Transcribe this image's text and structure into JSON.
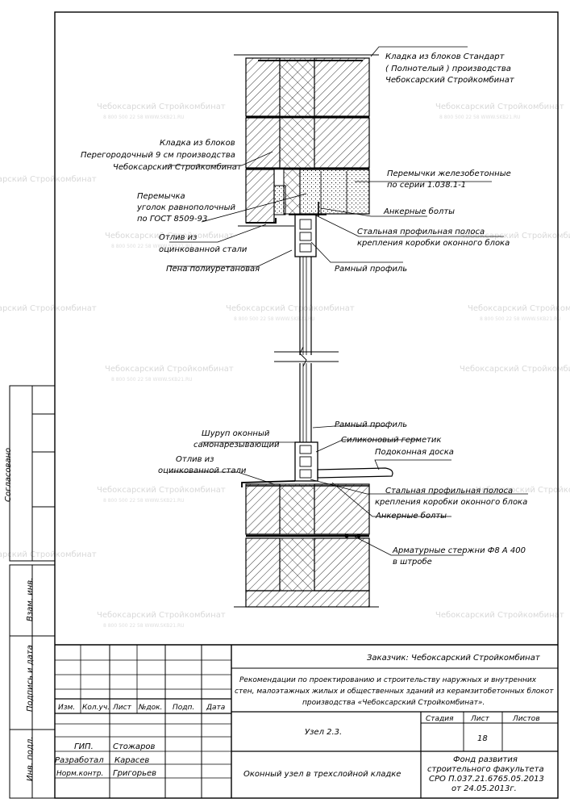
{
  "callouts": {
    "top_block_1": "Кладка из блоков Стандарт",
    "top_block_2": "( Полнотелый ) производства",
    "top_block_3": "Чебоксарский Стройкомбинат",
    "partition_1": "Кладка из блоков",
    "partition_2": "Перегородочный 9 см производства",
    "partition_3": "Чебоксарский Стройкомбинат",
    "lintel_1": "Перемычки железобетонные",
    "lintel_2": "по серии 1.038.1-1",
    "angle_1": "Перемычка",
    "angle_2": "уголок равнополочный",
    "angle_3": "по ГОСТ 8509-93",
    "anchor_top": "Анкерные болты",
    "steel_strip_top_1": "Стальная профильная полоса",
    "steel_strip_top_2": "крепления коробки оконного блока",
    "flashing_top_1": "Отлив из",
    "flashing_top_2": "оцинкованной стали",
    "foam": "Пена полиуретановая",
    "frame_profile_top": "Рамный профиль",
    "frame_profile_bottom": "Рамный профиль",
    "screw_1": "Шуруп оконный",
    "screw_2": "самонарезывающий",
    "sealant": "Силиконовый герметик",
    "sill": "Подоконная доска",
    "flashing_bottom_1": "Отлив из",
    "flashing_bottom_2": "оцинкованной стали",
    "steel_strip_bottom_1": "Стальная профильная полоса",
    "steel_strip_bottom_2": "крепления коробки оконного блока",
    "anchor_bottom": "Анкерные болты",
    "rebar_1": "Арматурные стержни Ф8 А 400",
    "rebar_2": "в штробе"
  },
  "side_stamp": {
    "agreed": "Согласовано",
    "inv_replace": "Взам. инв.",
    "sign_date": "Подпись и дата",
    "inv_orig": "Инв. подл."
  },
  "title_block": {
    "customer": "Заказчик: Чебоксарский Стройкомбинат",
    "description_1": "Рекомендации по проектированию и строительству наружных и внутренних",
    "description_2": "стен, малоэтажных жилых и общественных зданий из керамзитобетонных блокот",
    "description_3": "производства «Чебоксарский Стройкомбинат».",
    "col_change": "Изм.",
    "col_qty": "Кол.уч.",
    "col_sheet": "Лист",
    "col_doc": "№док.",
    "col_sign": "Подп.",
    "col_date": "Дата",
    "node": "Узел 2.3.",
    "stage_label": "Стадия",
    "sheet_label": "Лист",
    "sheets_label": "Листов",
    "sheet_value": "18",
    "role_gip": "ГИП.",
    "name_gip": "Стожаров",
    "role_dev": "Разработал",
    "name_dev": "Карасев",
    "role_norm": "Норм.контр.",
    "name_norm": "Григорьев",
    "drawing_title": "Оконный узел в трехслойной кладке",
    "org_1": "Фонд развития",
    "org_2": "строительного факультета",
    "org_3": "СРО П.037.21.6765.05.2013",
    "org_4": "от 24.05.2013г."
  },
  "watermark": {
    "text": "Чебоксарский Стройкомбинат",
    "sub": "8 800 500 22 58  WWW.SKB21.RU"
  }
}
